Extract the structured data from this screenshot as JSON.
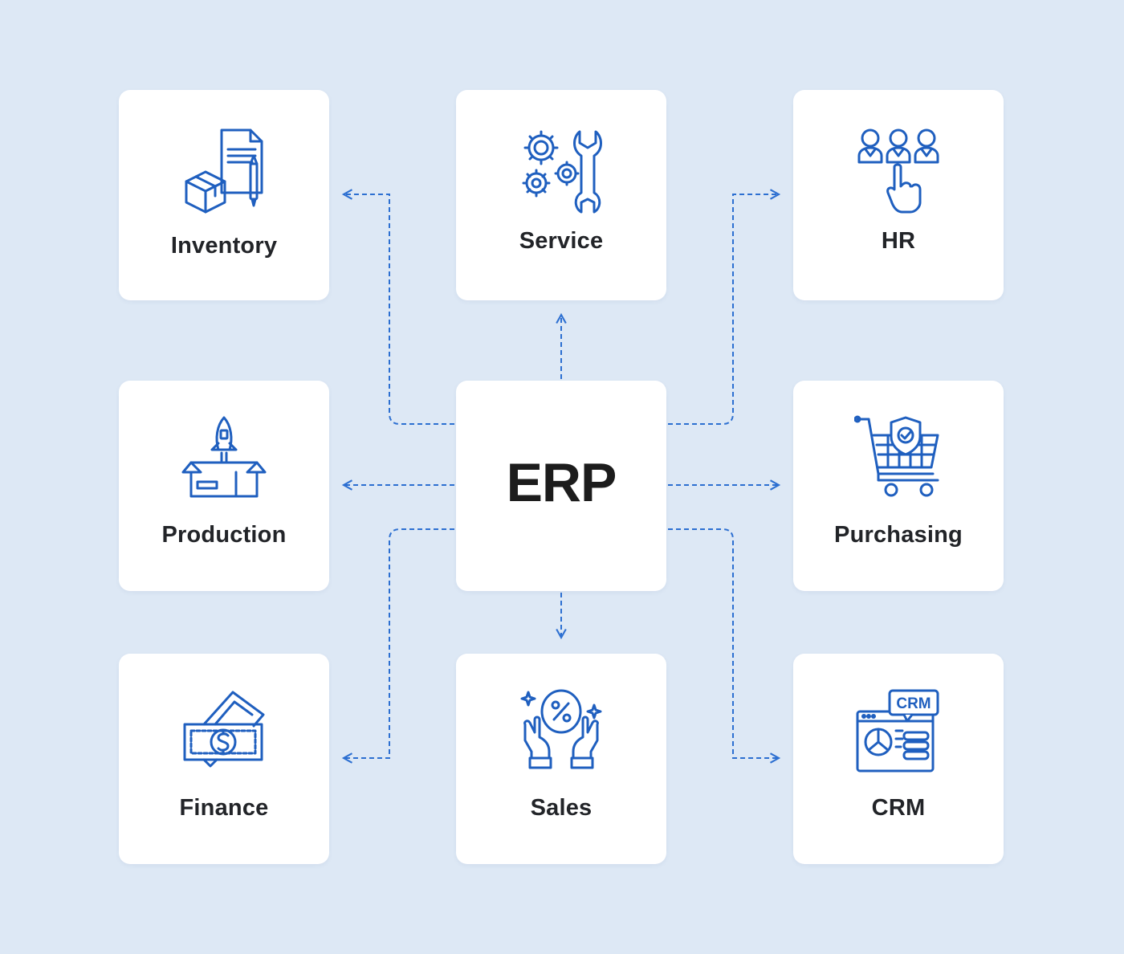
{
  "diagram": {
    "center": {
      "label": "ERP"
    },
    "modules": [
      {
        "id": "inventory",
        "label": "Inventory",
        "icon": "inventory-icon"
      },
      {
        "id": "service",
        "label": "Service",
        "icon": "service-gears-wrench-icon"
      },
      {
        "id": "hr",
        "label": "HR",
        "icon": "hr-people-select-icon"
      },
      {
        "id": "production",
        "label": "Production",
        "icon": "production-rocket-box-icon"
      },
      {
        "id": "purchasing",
        "label": "Purchasing",
        "icon": "purchasing-cart-icon"
      },
      {
        "id": "finance",
        "label": "Finance",
        "icon": "finance-money-icon"
      },
      {
        "id": "sales",
        "label": "Sales",
        "icon": "sales-discount-hands-icon"
      },
      {
        "id": "crm",
        "label": "CRM",
        "icon": "crm-dashboard-icon"
      }
    ],
    "colors": {
      "background": "#dde8f5",
      "card": "#ffffff",
      "accent": "#1f5fbf",
      "text": "#222428"
    }
  }
}
